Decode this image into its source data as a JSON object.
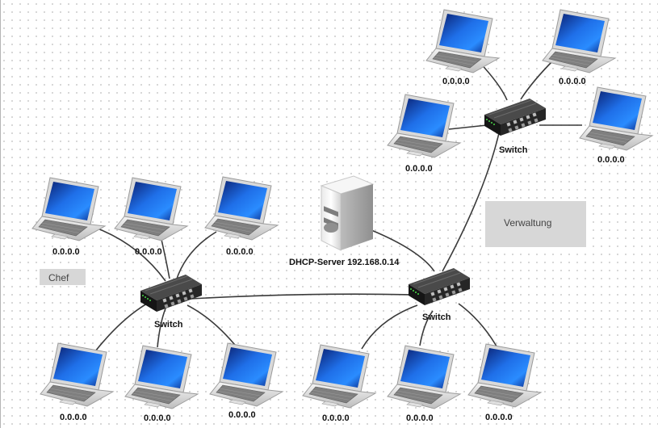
{
  "laptop_label": "0.0.0.0",
  "switch_label": "Switch",
  "server": {
    "label": "DHCP-Server 192.168.0.14",
    "icon": "server-icon"
  },
  "notes": {
    "chef": "Chef",
    "verwaltung": "Verwaltung"
  },
  "colors": {
    "cable": "#3a3a3a",
    "screen": "#1a5fd6",
    "switch_body": "#1c1c1c",
    "note_bg": "#d7d7d7"
  }
}
